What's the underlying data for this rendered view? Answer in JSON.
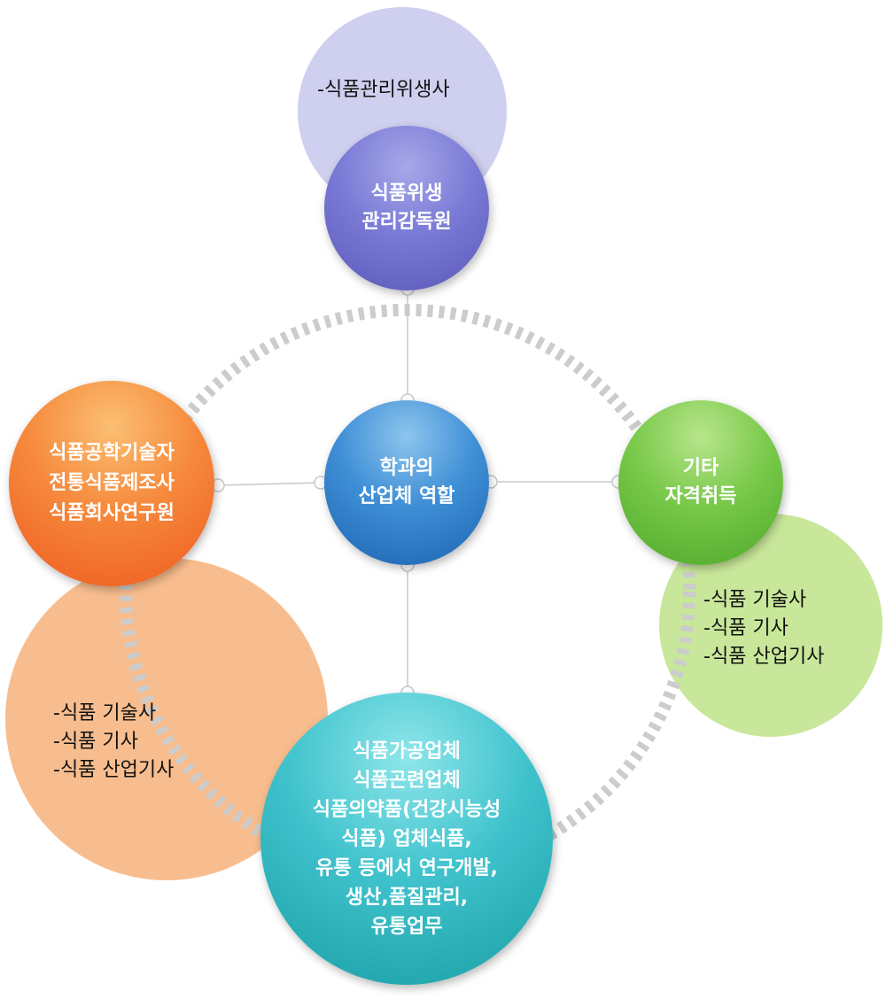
{
  "diagram": {
    "center": {
      "text": "학과의\n산업체 역할"
    },
    "top": {
      "node_text": "식품위생\n관리감독원",
      "detail_text": "-식품관리위생사"
    },
    "right": {
      "node_text": "기타\n자격취득",
      "detail_text": "-식품 기술사\n-식품 기사\n-식품 산업기사"
    },
    "left": {
      "node_text": "식품공학기술자\n전통식품제조사\n식품회사연구원",
      "detail_text": "-식품 기술사\n-식품 기사\n-식품 산업기사"
    },
    "bottom": {
      "node_text": "식품가공업체\n식품곤련업체\n식품의약품(건강시능성\n식품) 업체식품,\n유통 등에서 연구개발,\n생산,품질관리,\n유통업무"
    },
    "colors": {
      "ring": "#cccccc",
      "connector": "#c8c8c8",
      "top_blob": "#cfd0ef",
      "right_blob": "#c8e79a",
      "left_blob": "#f8bd8e",
      "top_node": "#7a7bd6",
      "center_node": "#3f8fd6",
      "right_node": "#79c94a",
      "left_node": "#f6893c",
      "bottom_node": "#3fc2cc"
    }
  }
}
